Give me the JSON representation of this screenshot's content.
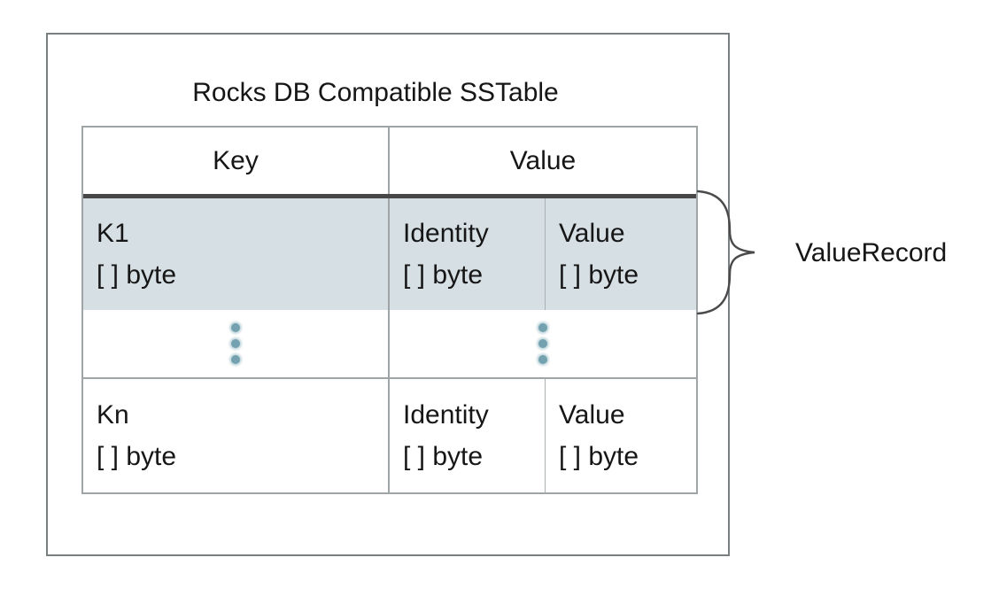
{
  "diagram": {
    "title": "Rocks DB Compatible SSTable",
    "annotation": "ValueRecord"
  },
  "table": {
    "header": {
      "key_label": "Key",
      "value_label": "Value"
    },
    "row_k1": {
      "key": [
        "K1",
        "[ ] byte"
      ],
      "identity": [
        "Identity",
        "[ ] byte"
      ],
      "value": [
        "Value",
        "[ ] byte"
      ]
    },
    "row_kn": {
      "key": [
        "Kn",
        "[ ] byte"
      ],
      "identity": [
        "Identity",
        "[ ] byte"
      ],
      "value": [
        "Value",
        "[ ] byte"
      ]
    }
  },
  "colors": {
    "highlight_row": "#d5dfe4",
    "dots": "#73a1b0",
    "dark_rule": "#474747",
    "outer_border": "#7a7f82",
    "table_border": "#9fa4a6",
    "sub_divider": "#aab0b2",
    "brace": "#4a4a4a",
    "text": "#161616"
  }
}
